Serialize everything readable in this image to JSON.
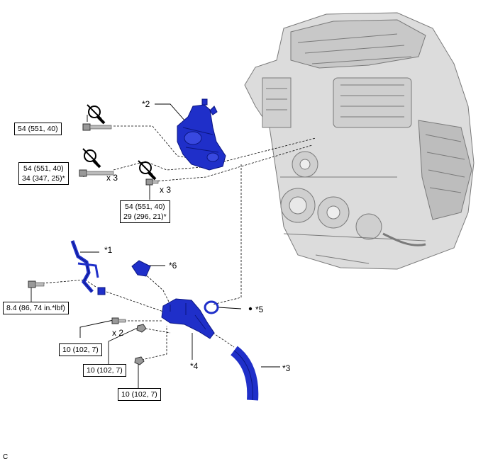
{
  "torque_boxes": {
    "b1": "54 (551, 40)",
    "b2_line1": "54 (551, 40)",
    "b2_line2": "34 (347, 25)*",
    "b3_line1": "54 (551, 40)",
    "b3_line2": "29 (296, 21)*",
    "b4": "8.4 (86, 74 in.*lbf)",
    "b5": "10 (102, 7)",
    "b6": "10 (102, 7)",
    "b7": "10 (102, 7)"
  },
  "quantities": {
    "q1": "x 3",
    "q2": "x 3",
    "q3": "x 2"
  },
  "callouts": {
    "c1": "*1",
    "c2": "*2",
    "c3": "*3",
    "c4": "*4",
    "c5": "*5",
    "c6": "*6"
  },
  "footer": "C",
  "colors": {
    "part": "#1f2fc9",
    "part_dark": "#0b1680",
    "engine": "#d9d9d9",
    "engine_line": "#7a7a7a"
  },
  "icons": [
    "torque-wrench-icon",
    "bolt-icon",
    "nut-icon",
    "bullet-icon"
  ]
}
